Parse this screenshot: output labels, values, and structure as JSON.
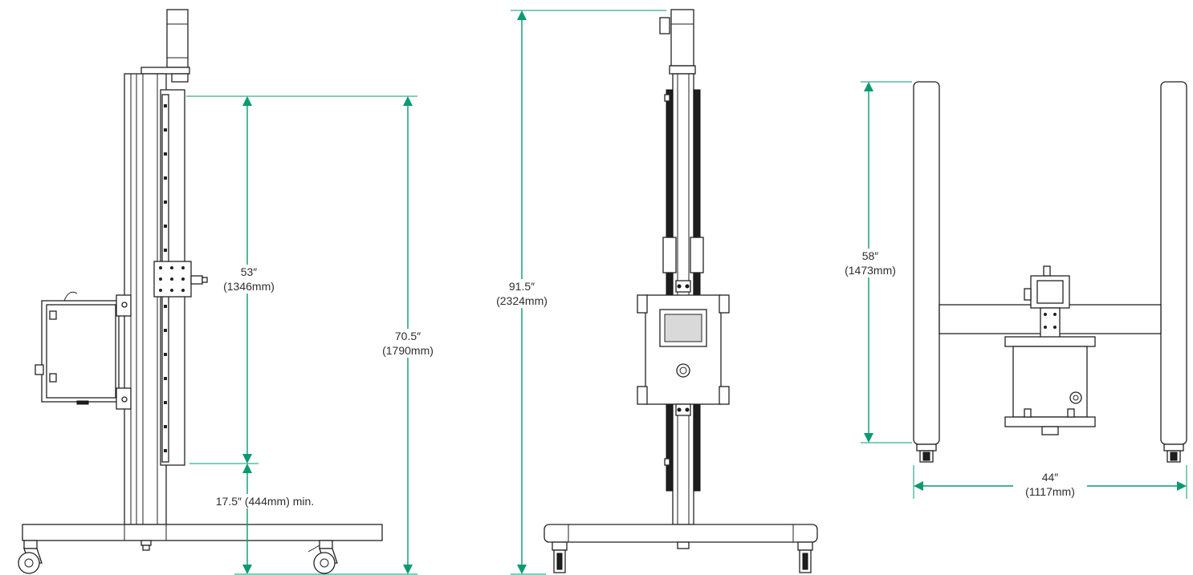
{
  "colors": {
    "dimension": "#0a9a72",
    "outline": "#222222",
    "label_text": "#2e2e2e"
  },
  "dimensions": {
    "travel": {
      "imperial": "53″",
      "metric": "(1346mm)"
    },
    "overall_lift": {
      "imperial": "70.5″",
      "metric": "(1790mm)"
    },
    "min_height": {
      "text": "17.5″ (444mm) min."
    },
    "total_height": {
      "imperial": "91.5″",
      "metric": "(2324mm)"
    },
    "top_height": {
      "imperial": "58″",
      "metric": "(1473mm)"
    },
    "base_width": {
      "imperial": "44″",
      "metric": "(1117mm)"
    }
  }
}
